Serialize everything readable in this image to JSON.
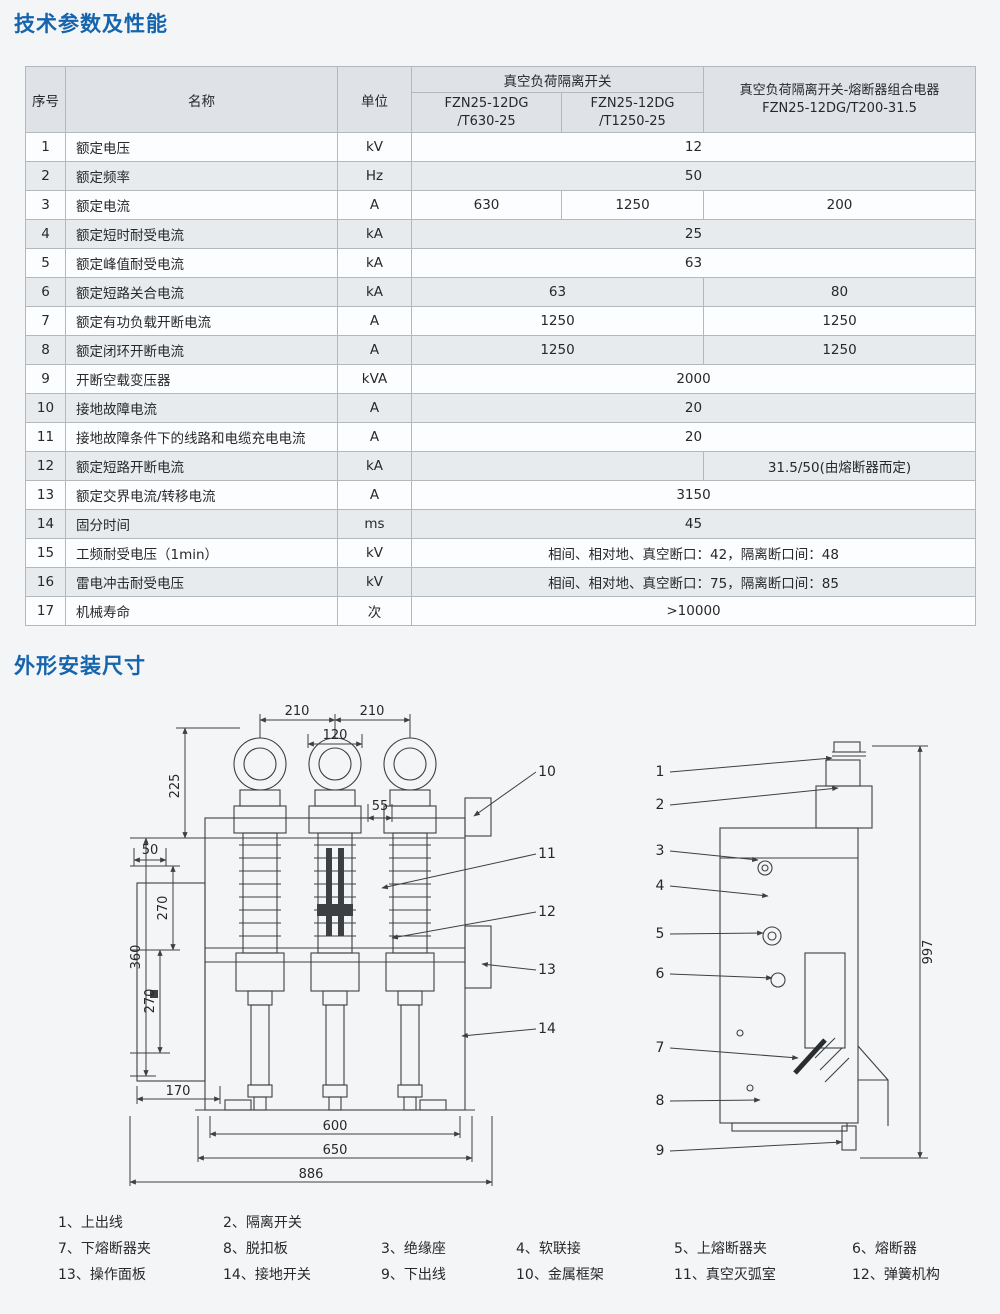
{
  "titles": {
    "section1": "技术参数及性能",
    "section2": "外形安装尺寸"
  },
  "table": {
    "header": {
      "index": "序号",
      "name": "名称",
      "unit": "单位",
      "group1": "真空负荷隔离开关",
      "sub1_line1": "FZN25-12DG",
      "sub1_line2": "/T630-25",
      "sub2_line1": "FZN25-12DG",
      "sub2_line2": "/T1250-25",
      "group2_line1": "真空负荷隔离开关-熔断器组合电器",
      "group2_line2": "FZN25-12DG/T200-31.5"
    },
    "rows": [
      {
        "no": "1",
        "name": "额定电压",
        "unit": "kV",
        "cells": [
          {
            "text": "12",
            "span": 3
          }
        ]
      },
      {
        "no": "2",
        "name": "额定频率",
        "unit": "Hz",
        "cells": [
          {
            "text": "50",
            "span": 3
          }
        ]
      },
      {
        "no": "3",
        "name": "额定电流",
        "unit": "A",
        "cells": [
          {
            "text": "630",
            "span": 1
          },
          {
            "text": "1250",
            "span": 1
          },
          {
            "text": "200",
            "span": 1
          }
        ]
      },
      {
        "no": "4",
        "name": "额定短时耐受电流",
        "unit": "kA",
        "cells": [
          {
            "text": "25",
            "span": 3
          }
        ]
      },
      {
        "no": "5",
        "name": "额定峰值耐受电流",
        "unit": "kA",
        "cells": [
          {
            "text": "63",
            "span": 3
          }
        ]
      },
      {
        "no": "6",
        "name": "额定短路关合电流",
        "unit": "kA",
        "cells": [
          {
            "text": "63",
            "span": 2
          },
          {
            "text": "80",
            "span": 1
          }
        ]
      },
      {
        "no": "7",
        "name": "额定有功负载开断电流",
        "unit": "A",
        "cells": [
          {
            "text": "1250",
            "span": 2
          },
          {
            "text": "1250",
            "span": 1
          }
        ]
      },
      {
        "no": "8",
        "name": "额定闭环开断电流",
        "unit": "A",
        "cells": [
          {
            "text": "1250",
            "span": 2
          },
          {
            "text": "1250",
            "span": 1
          }
        ]
      },
      {
        "no": "9",
        "name": "开断空载变压器",
        "unit": "kVA",
        "cells": [
          {
            "text": "2000",
            "span": 3
          }
        ]
      },
      {
        "no": "10",
        "name": "接地故障电流",
        "unit": "A",
        "cells": [
          {
            "text": "20",
            "span": 3
          }
        ]
      },
      {
        "no": "11",
        "name": "接地故障条件下的线路和电缆充电电流",
        "unit": "A",
        "cells": [
          {
            "text": "20",
            "span": 3
          }
        ]
      },
      {
        "no": "12",
        "name": "额定短路开断电流",
        "unit": "kA",
        "cells": [
          {
            "text": "",
            "span": 2
          },
          {
            "text": "31.5/50(由熔断器而定)",
            "span": 1
          }
        ]
      },
      {
        "no": "13",
        "name": "额定交界电流/转移电流",
        "unit": "A",
        "cells": [
          {
            "text": "3150",
            "span": 3
          }
        ]
      },
      {
        "no": "14",
        "name": "固分时间",
        "unit": "ms",
        "cells": [
          {
            "text": "45",
            "span": 3
          }
        ]
      },
      {
        "no": "15",
        "name": "工频耐受电压（1min）",
        "unit": "kV",
        "cells": [
          {
            "text": "相间、相对地、真空断口：42，隔离断口间：48",
            "span": 3
          }
        ]
      },
      {
        "no": "16",
        "name": "雷电冲击耐受电压",
        "unit": "kV",
        "cells": [
          {
            "text": "相间、相对地、真空断口：75，隔离断口间：85",
            "span": 3
          }
        ]
      },
      {
        "no": "17",
        "name": "机械寿命",
        "unit": "次",
        "cells": [
          {
            "text": ">10000",
            "span": 3
          }
        ]
      }
    ]
  },
  "front_view": {
    "dims": {
      "d210a": "210",
      "d210b": "210",
      "d120": "120",
      "d225": "225",
      "d55": "55",
      "d50": "50",
      "d270a": "270",
      "d360": "360",
      "d270b": "270",
      "d170": "170",
      "d600": "600",
      "d650": "650",
      "d886": "886"
    },
    "callouts": [
      "10",
      "11",
      "12",
      "13",
      "14"
    ]
  },
  "side_view": {
    "dims": {
      "d997": "997"
    },
    "callouts": [
      "1",
      "2",
      "3",
      "4",
      "5",
      "6",
      "7",
      "8",
      "9"
    ]
  },
  "legend": {
    "rows": [
      [
        "1、上出线",
        "2、隔离开关",
        "",
        "",
        "",
        ""
      ],
      [
        "7、下熔断器夹",
        "8、脱扣板",
        "3、绝缘座",
        "4、软联接",
        "5、上熔断器夹",
        "6、熔断器"
      ],
      [
        "13、操作面板",
        "14、接地开关",
        "9、下出线",
        "10、金属框架",
        "11、真空灭弧室",
        "12、弹簧机构"
      ]
    ]
  },
  "colors": {
    "title_blue": "#1565ae",
    "row_alt": "#e8ebee",
    "header_bg": "#dfe3e7",
    "border": "#b3b8bd",
    "line": "#3c4043"
  }
}
